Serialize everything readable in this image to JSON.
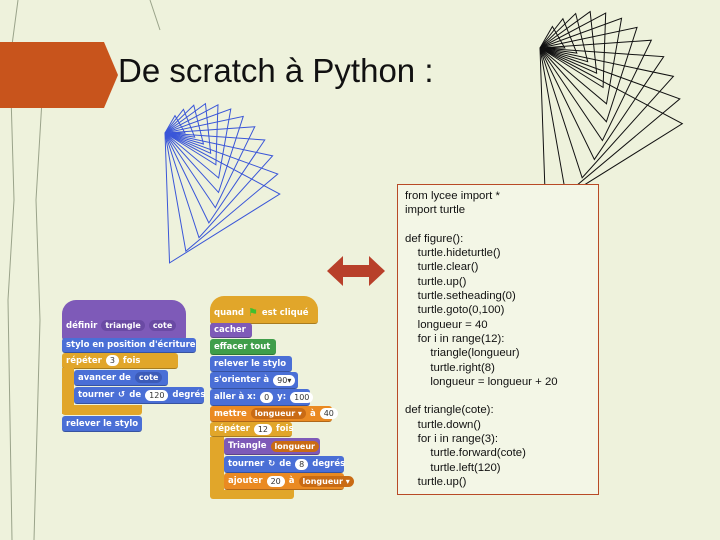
{
  "slide": {
    "title": "De scratch à Python :",
    "accent_color": "#c8541c"
  },
  "code": {
    "lines": [
      "from lycee import *",
      "import turtle",
      "",
      "def figure():",
      "    turtle.hideturtle()",
      "    turtle.clear()",
      "    turtle.up()",
      "    turtle.setheading(0)",
      "    turtle.goto(0,100)",
      "    longueur = 40",
      "    for i in range(12):",
      "        triangle(longueur)",
      "        turtle.right(8)",
      "        longueur = longueur + 20",
      "",
      "def triangle(cote):",
      "    turtle.down()",
      "    for i in range(3):",
      "        turtle.forward(cote)",
      "        turtle.left(120)",
      "    turtle.up()"
    ]
  },
  "arrow": {
    "icon": "double-arrow-icon",
    "color": "#b8402a"
  },
  "scratch_left": {
    "define_label": "définir",
    "define_name": "triangle",
    "define_param": "cote",
    "pen_label": "stylo en position d'écriture",
    "repeat_label": "répéter",
    "repeat_count": "3",
    "repeat_suffix": "fois",
    "move_label": "avancer de",
    "move_param": "cote",
    "turn_label": "tourner",
    "turn_of": "de",
    "turn_value": "120",
    "turn_suffix": "degrés",
    "pen_up_label": "relever le stylo"
  },
  "scratch_right": {
    "when_label": "quand",
    "when_suffix": "est cliqué",
    "hide_label": "cacher",
    "clear_label": "effacer tout",
    "pen_up_label": "relever le stylo",
    "orient_label": "s'orienter à",
    "orient_value": "90▾",
    "goto_label": "aller à x:",
    "goto_x": "0",
    "goto_y_label": "y:",
    "goto_y": "100",
    "set_label": "mettre",
    "set_var": "longueur ▾",
    "set_to": "à",
    "set_value": "40",
    "repeat_label": "répéter",
    "repeat_count": "12",
    "repeat_suffix": "fois",
    "triangle_label": "Triangle",
    "triangle_param": "longueur",
    "turn_label": "tourner",
    "turn_of": "de",
    "turn_value": "8",
    "turn_suffix": "degrés",
    "add_label": "ajouter",
    "add_value": "20",
    "add_to": "à",
    "add_var": "longueur ▾"
  }
}
